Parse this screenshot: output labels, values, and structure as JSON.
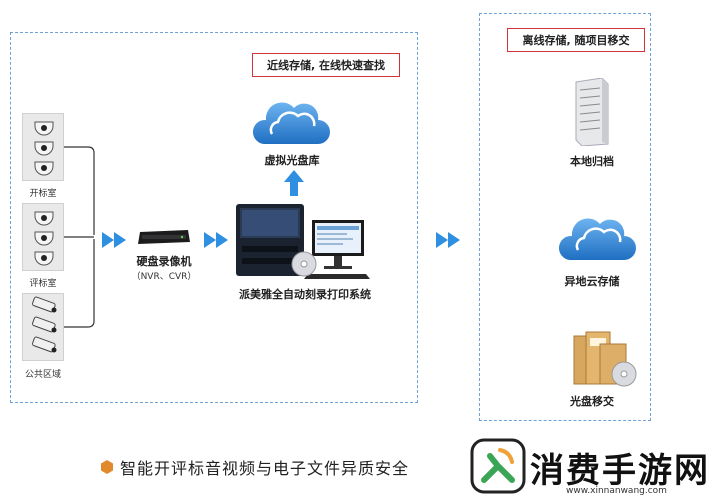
{
  "callouts": {
    "online": "近线存储, 在线快速查找",
    "offline": "离线存储, 随项目移交"
  },
  "rooms": {
    "room1": "开标室",
    "room2": "评标室",
    "room3": "公共区域"
  },
  "devices": {
    "nvr_name": "硬盘录像机",
    "nvr_sub": "（NVR、CVR）",
    "cloud_lib": "虚拟光盘库",
    "system": "派美雅全自动刻录打印系统",
    "local_archive": "本地归档",
    "remote_cloud": "异地云存储",
    "disc_transfer": "光盘移交"
  },
  "footer": {
    "text": "智能开评标音视频与电子文件异质安全"
  },
  "watermark": {
    "text": "消费手游网",
    "url": "www.xinnanwang.com"
  },
  "colors": {
    "dashed_border": "#6fa3d6",
    "callout_border": "#d0343a",
    "arrow_blue": "#2f8fe0",
    "cloud_blue": "#3b8fd9",
    "wire": "#333333"
  }
}
